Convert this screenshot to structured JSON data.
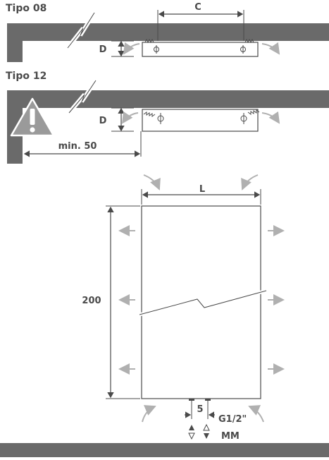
{
  "diagram": {
    "type08": {
      "title": "Tipo 08",
      "dim_c": "C",
      "dim_d": "D"
    },
    "type12": {
      "title": "Tipo 12",
      "dim_d": "D",
      "min_dist": "min. 50"
    },
    "front": {
      "width_label": "L",
      "height_label": "200",
      "pipe_spacing": "5",
      "connection": "G1/2\"",
      "connection_type": "MM"
    },
    "colors": {
      "wall": "#6a6a6a",
      "warning": "#9a9a9a",
      "airflow": "#b0b0b0",
      "line": "#4a4a4a"
    },
    "icons": [
      "warning-icon",
      "mounting-bracket-icon",
      "airflow-arrow-icon",
      "flow-direction-icon"
    ]
  }
}
